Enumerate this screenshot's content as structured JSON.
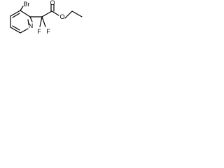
{
  "structure": {
    "atoms": {
      "bromine": "Br",
      "pyridine_nitrogen": "N",
      "fluorine_left": "F",
      "fluorine_right": "F",
      "carbonyl_oxygen": "O",
      "ester_oxygen": "O"
    },
    "colors": {
      "bond": "#000000",
      "text": "#000000",
      "background": "#ffffff"
    }
  }
}
